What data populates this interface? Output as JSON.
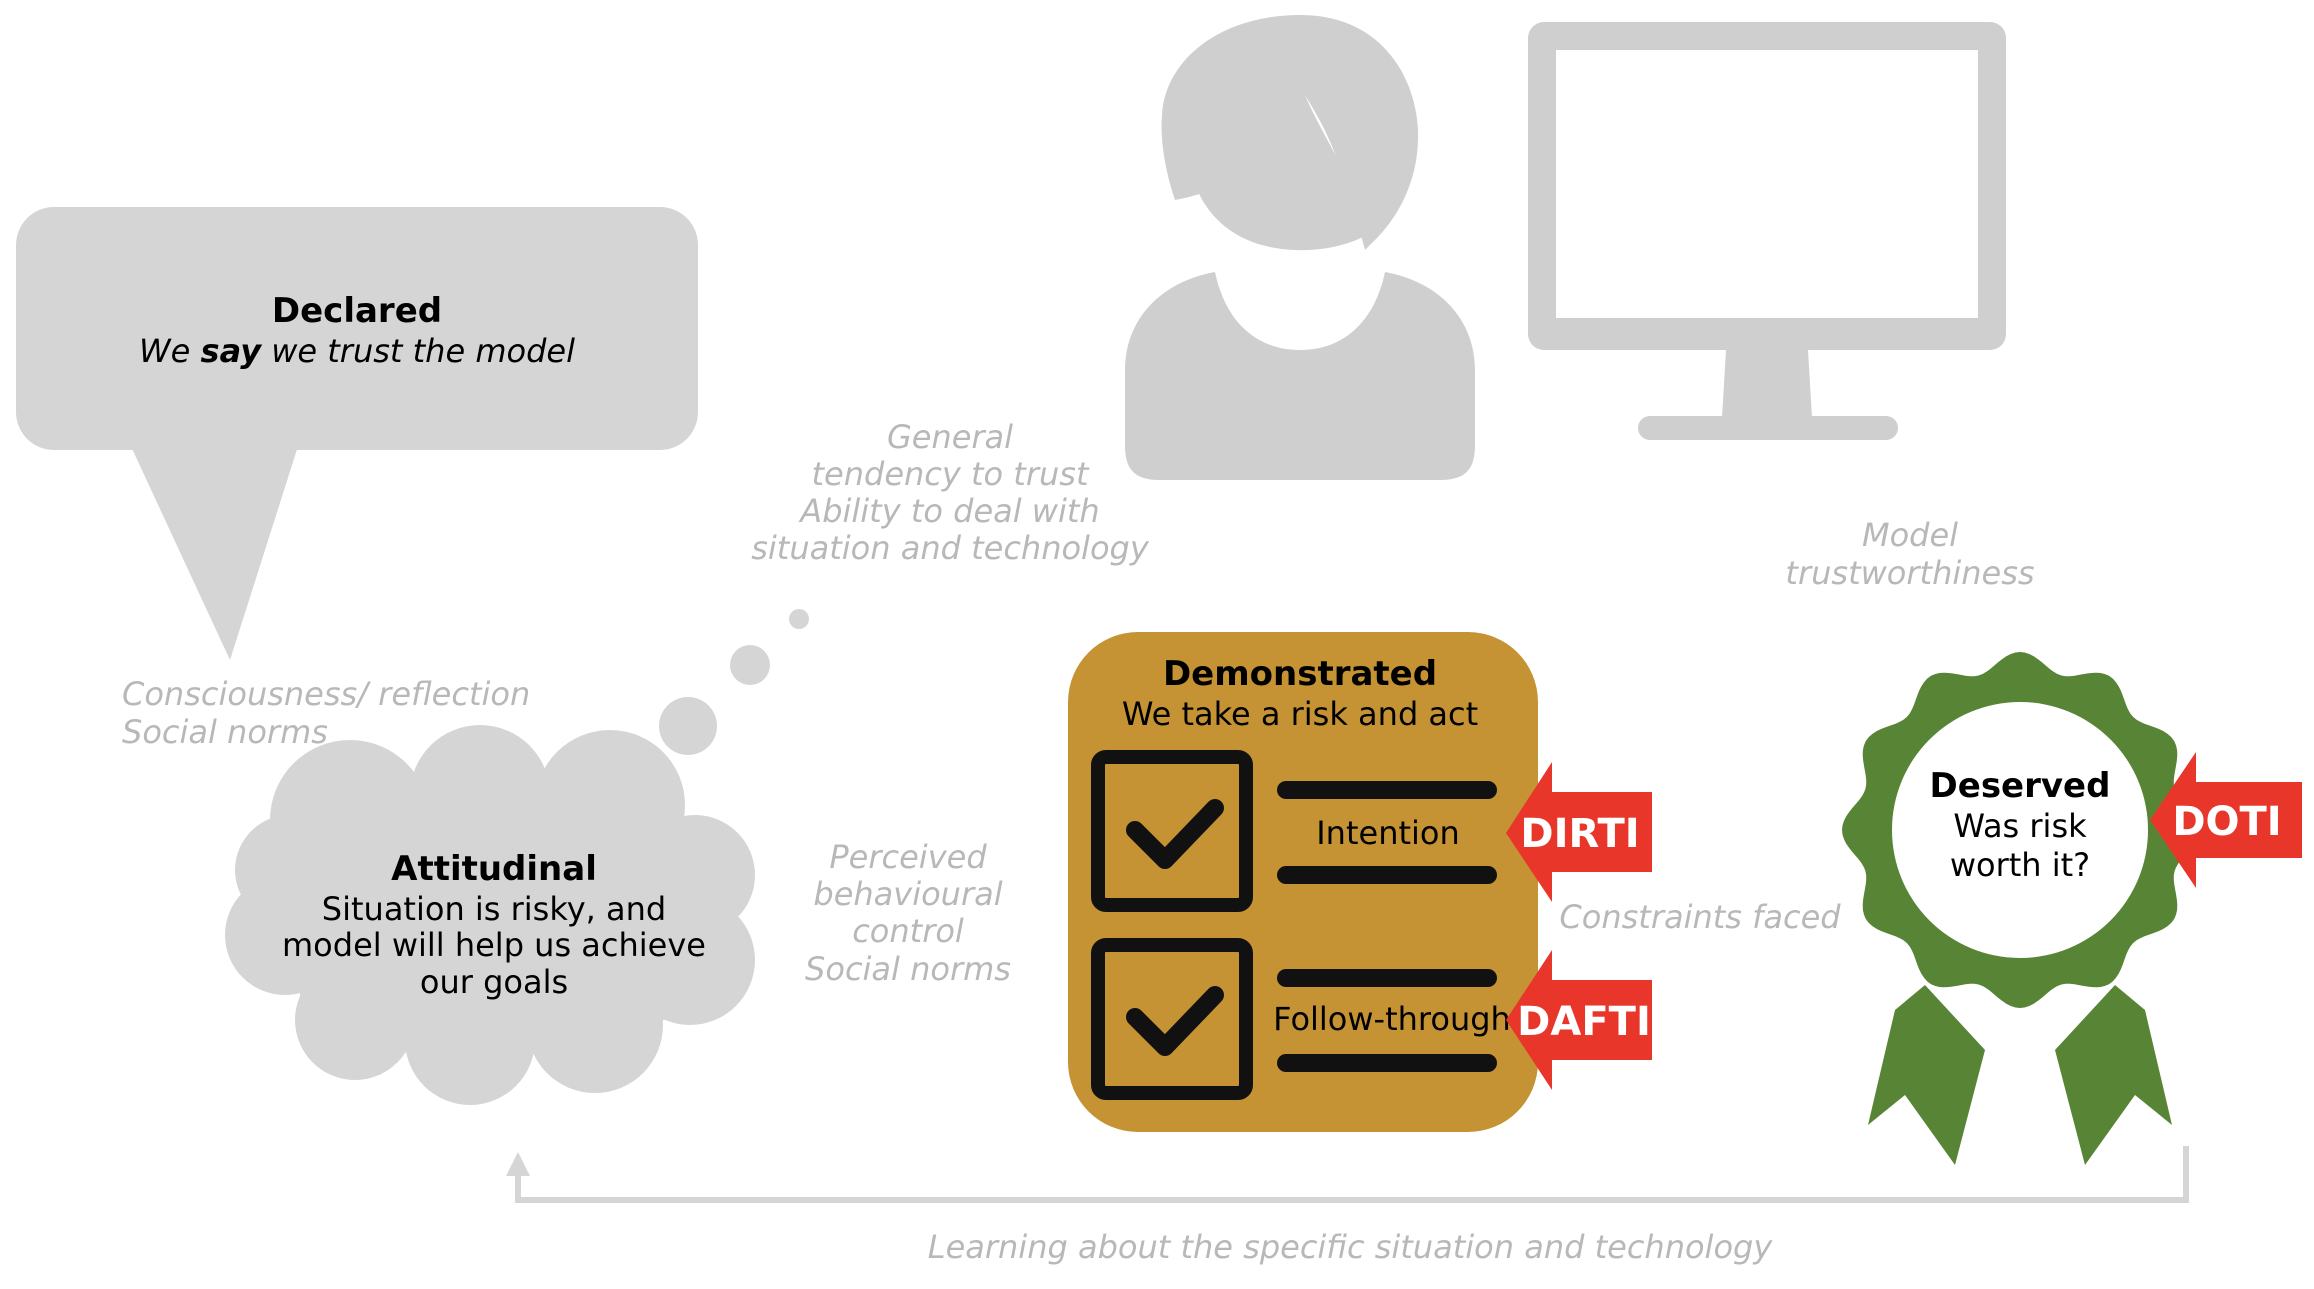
{
  "declared": {
    "title": "Declared",
    "subtitle_pre": "We ",
    "subtitle_em": "say",
    "subtitle_post": " we trust the model"
  },
  "attitudinal": {
    "title": "Attitudinal",
    "lines": [
      "Situation is risky, and",
      "model will help us achieve",
      "our goals"
    ]
  },
  "demonstrated": {
    "title": "Demonstrated",
    "subtitle": "We take a risk and act",
    "intention": "Intention",
    "follow_through": "Follow-through"
  },
  "deserved": {
    "title": "Deserved",
    "lines": [
      "Was risk",
      "worth it?"
    ]
  },
  "tags": {
    "dirti": "DIRTI",
    "dafti": "DAFTI",
    "doti": "DOTI"
  },
  "notes": {
    "general": [
      "General",
      "tendency to trust",
      "Ability to deal with",
      "situation and technology"
    ],
    "consciousness": [
      "Consciousness/ reflection",
      "Social norms"
    ],
    "perceived": [
      "Perceived",
      "behavioural",
      "control",
      "Social norms"
    ],
    "model_trust": [
      "Model",
      "trustworthiness"
    ],
    "constraints": "Constraints faced",
    "learning": "Learning about the specific situation and technology"
  },
  "colors": {
    "gray": "#d5d5d5",
    "note_gray": "#b8b8b8",
    "gold": "#c59333",
    "green": "#578535",
    "red": "#e8362a"
  }
}
